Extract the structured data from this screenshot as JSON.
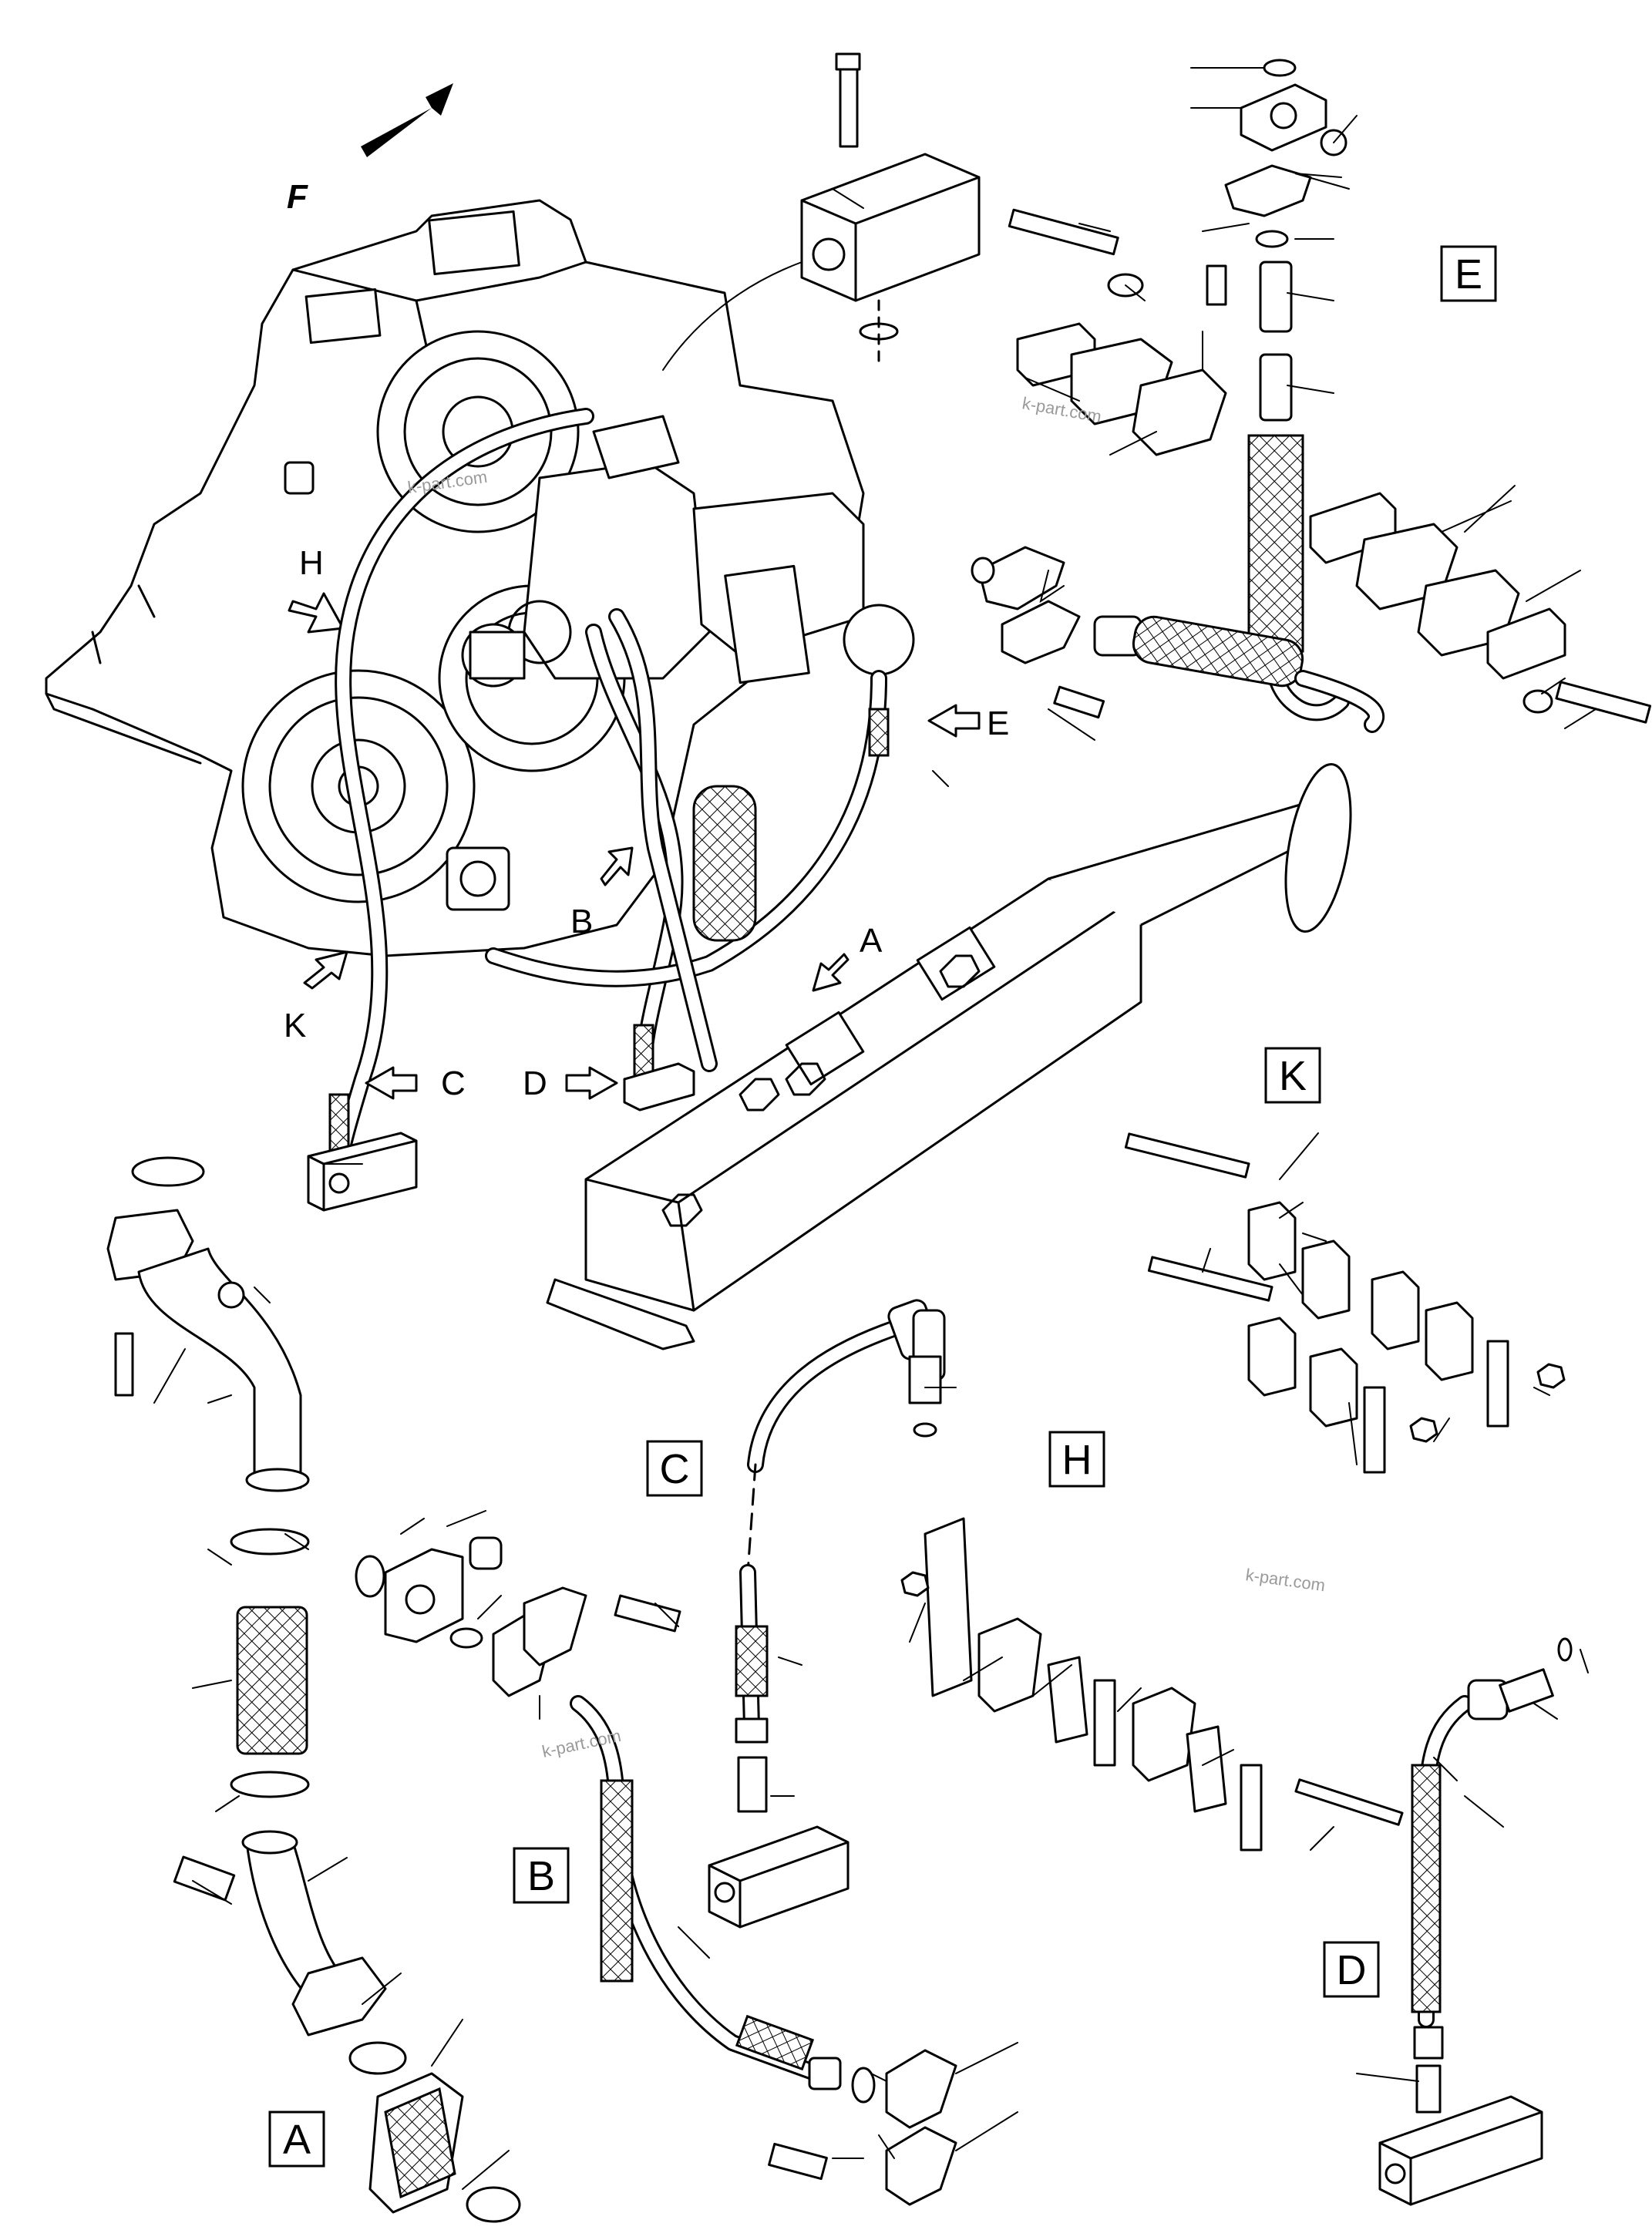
{
  "direction_marker": "F",
  "view_arrows": [
    {
      "id": "H",
      "label": "H"
    },
    {
      "id": "E",
      "label": "E"
    },
    {
      "id": "B",
      "label": "B"
    },
    {
      "id": "A",
      "label": "A"
    },
    {
      "id": "K",
      "label": "K"
    },
    {
      "id": "C",
      "label": "C"
    },
    {
      "id": "D",
      "label": "D"
    }
  ],
  "detail_views": [
    {
      "id": "E",
      "label": "E"
    },
    {
      "id": "K",
      "label": "K"
    },
    {
      "id": "C",
      "label": "C"
    },
    {
      "id": "H",
      "label": "H"
    },
    {
      "id": "B",
      "label": "B"
    },
    {
      "id": "D",
      "label": "D"
    },
    {
      "id": "A",
      "label": "A"
    }
  ],
  "watermarks": [
    "k-part.com",
    "k-part.com",
    "k-part.com",
    "k-part.com"
  ],
  "colors": {
    "ink": "#000000",
    "paper": "#ffffff",
    "watermark": "#9a9a9a"
  }
}
